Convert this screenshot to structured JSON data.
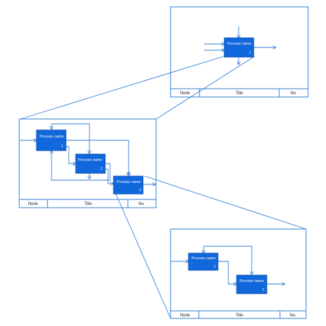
{
  "colors": {
    "line": "#2e7bd6",
    "box_fill": "#1167dc",
    "box_text": "#ffffff"
  },
  "title_block": {
    "node": "Node",
    "title": "Title",
    "no": "No."
  },
  "frames": [
    {
      "id": "top",
      "boxes": [
        {
          "title": "Process name",
          "number": "1"
        }
      ]
    },
    {
      "id": "middle",
      "boxes": [
        {
          "title": "Process name",
          "number": "1"
        },
        {
          "title": "Process name",
          "number": "2"
        },
        {
          "title": "Process name",
          "number": "3"
        }
      ]
    },
    {
      "id": "bottom",
      "boxes": [
        {
          "title": "Process name",
          "number": "1"
        },
        {
          "title": "Process name",
          "number": "2"
        }
      ]
    }
  ]
}
